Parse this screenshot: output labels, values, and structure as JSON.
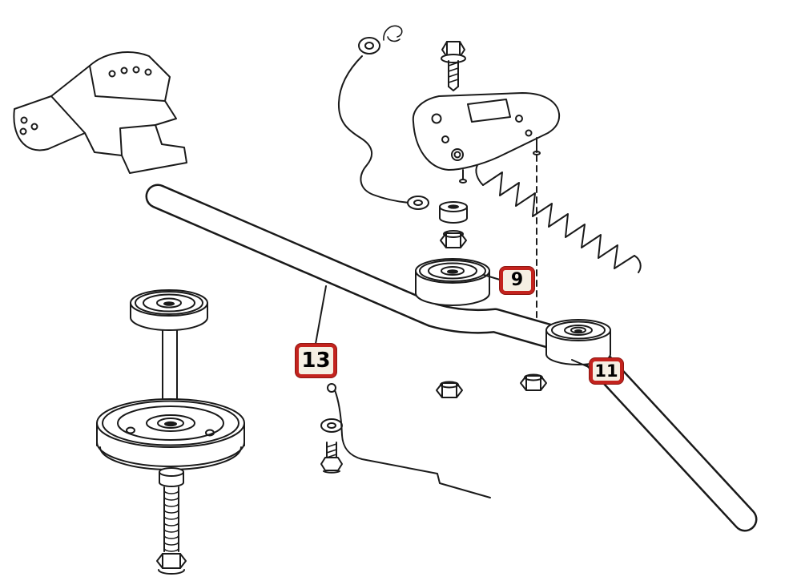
{
  "diagram": {
    "kind": "exploded-parts-diagram",
    "background": "#ffffff",
    "line_color": "#1a1a1a",
    "callout_style": {
      "border_color": "#c3231e",
      "background": "#f5efe3",
      "text_color": "#000000"
    },
    "callouts": [
      {
        "label": "9"
      },
      {
        "label": "11"
      },
      {
        "label": "13"
      }
    ]
  }
}
